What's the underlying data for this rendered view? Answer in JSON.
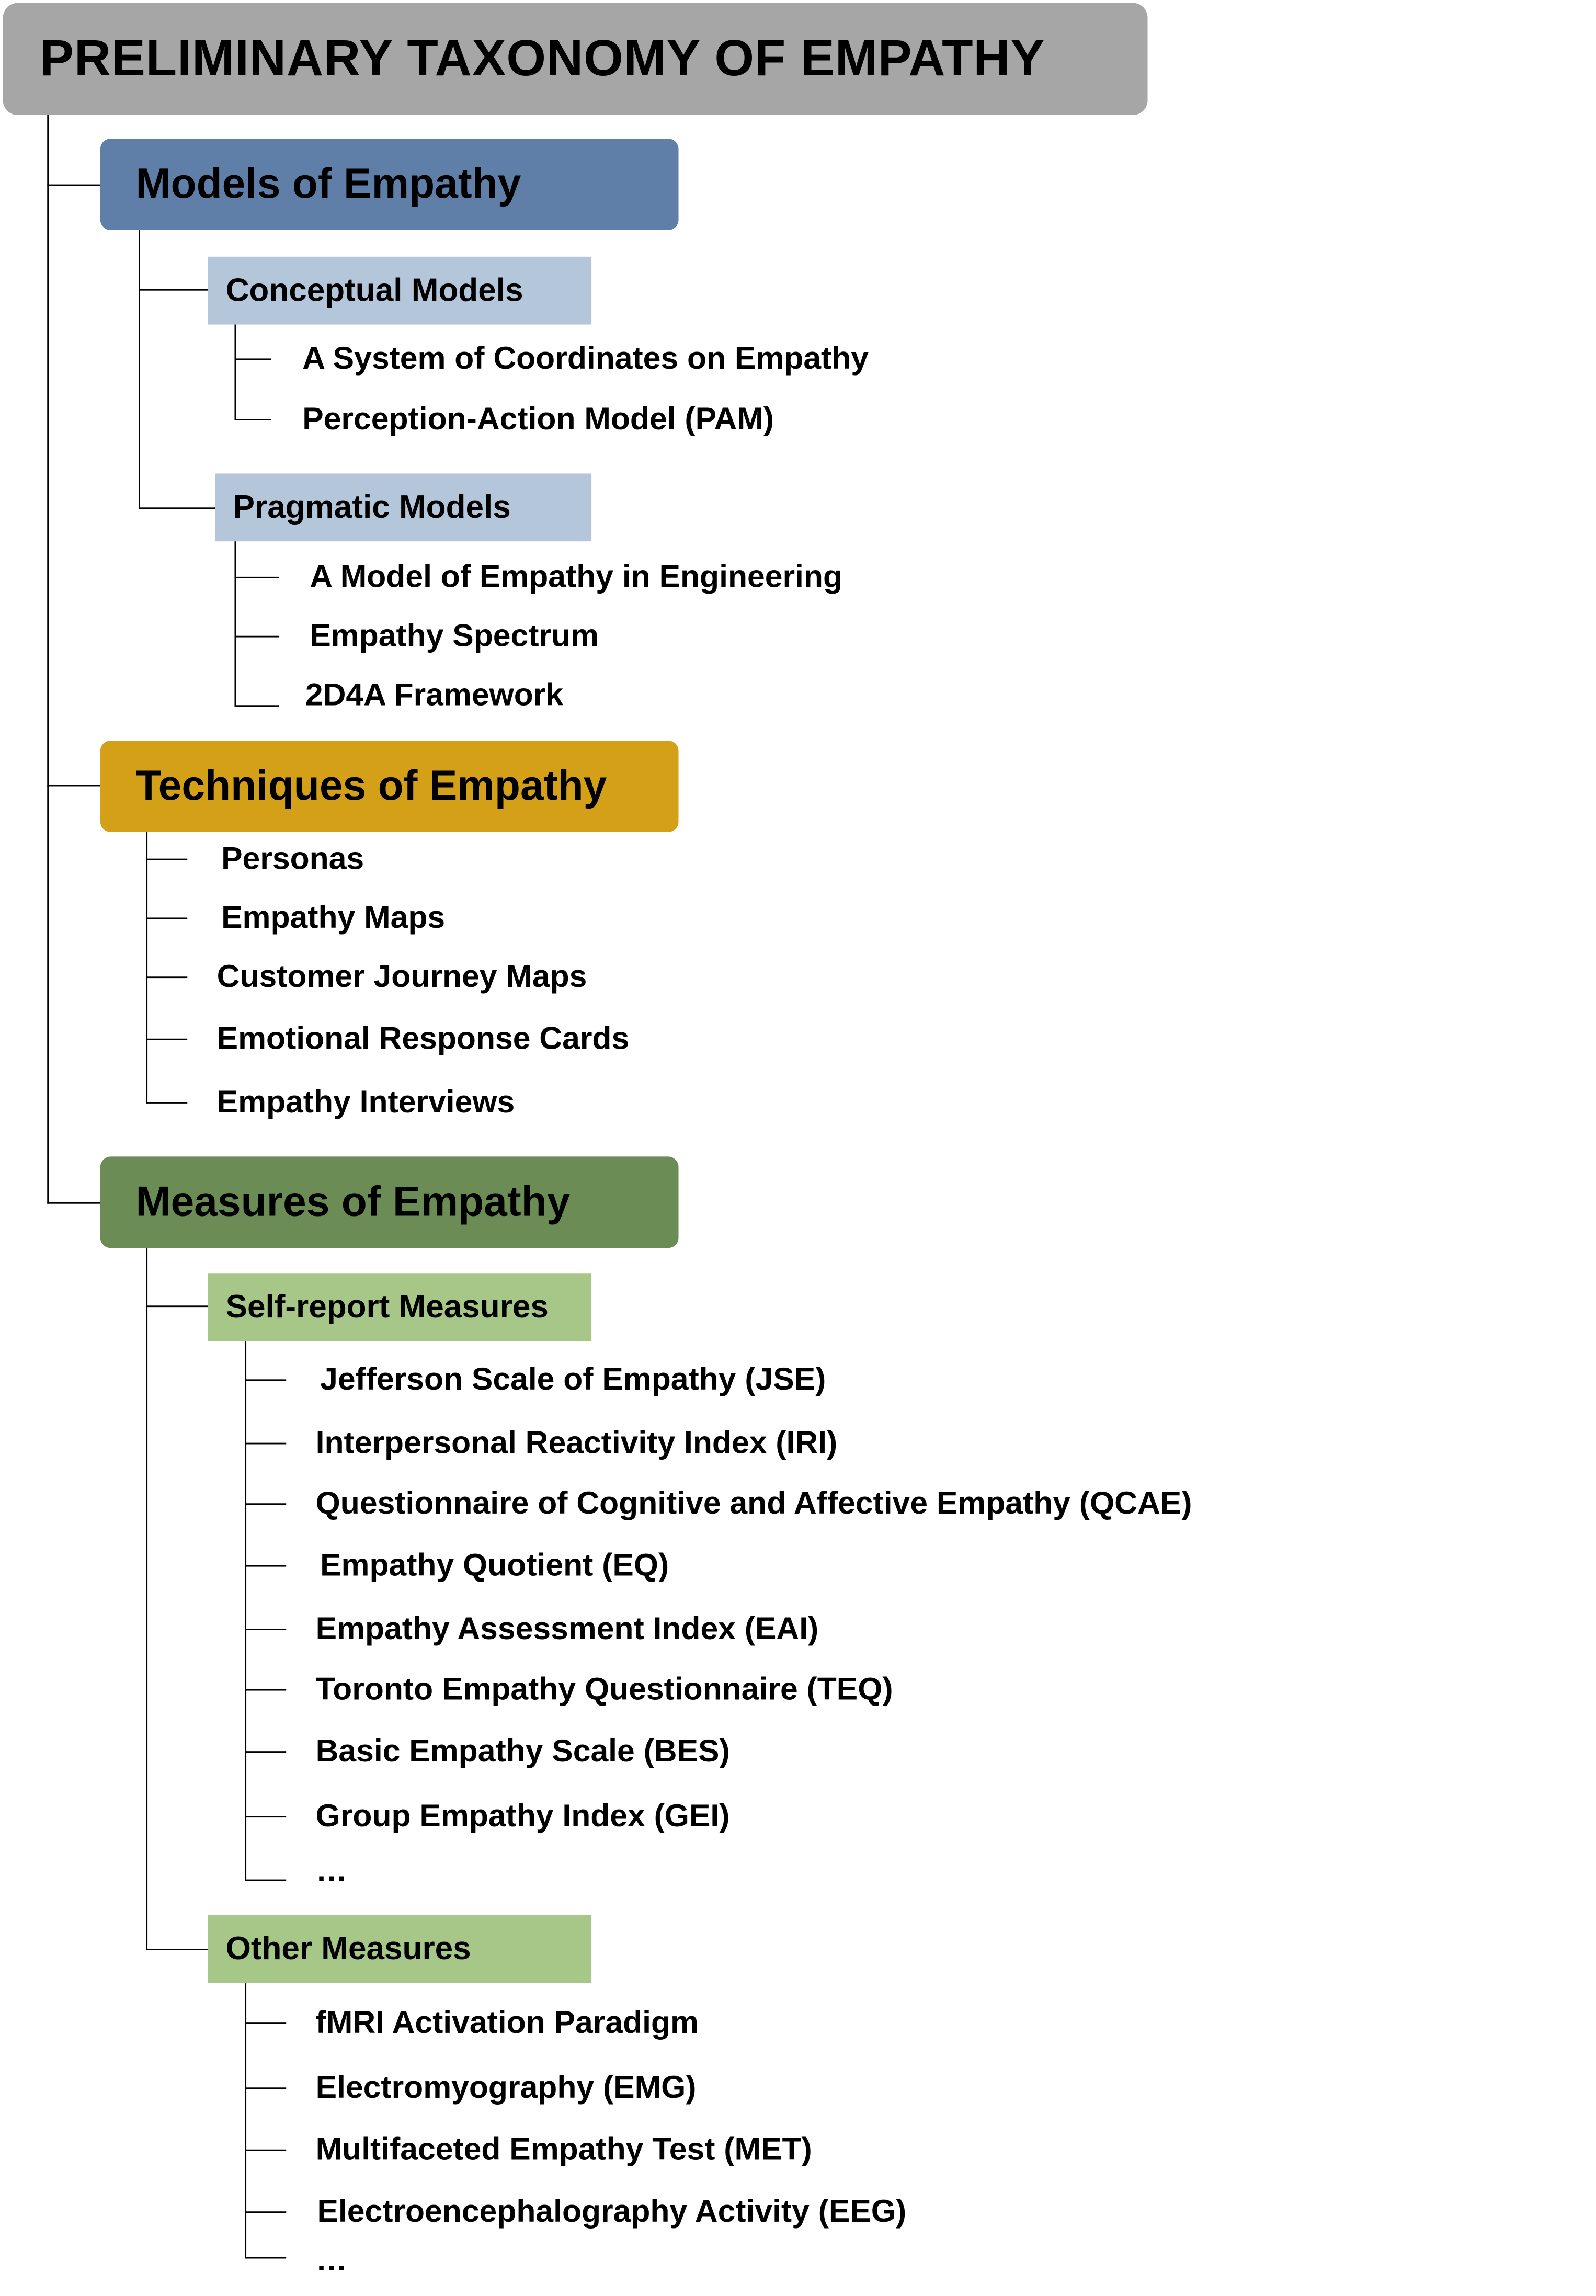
{
  "title": "PRELIMINARY TAXONOMY OF EMPATHY",
  "colors": {
    "title_bg": "#a6a6a6",
    "models_bg": "#5f7fa8",
    "conceptual_bg": "#b4c6da",
    "techniques_bg": "#d4a017",
    "measures_bg": "#6b8c55",
    "measures_sub_bg": "#a7c788",
    "connector": "#000000"
  },
  "models": {
    "label": "Models of Empathy",
    "conceptual": {
      "label": "Conceptual Models",
      "items": [
        "A System of Coordinates on Empathy",
        "Perception-Action Model (PAM)"
      ]
    },
    "pragmatic": {
      "label": "Pragmatic Models",
      "items": [
        "A Model of Empathy in Engineering",
        "Empathy Spectrum",
        "2D4A Framework"
      ]
    }
  },
  "techniques": {
    "label": "Techniques of Empathy",
    "items": [
      "Personas",
      "Empathy Maps",
      "Customer Journey Maps",
      "Emotional Response Cards",
      "Empathy Interviews"
    ]
  },
  "measures": {
    "label": "Measures of Empathy",
    "self_report": {
      "label": "Self-report Measures",
      "items": [
        "Jefferson Scale of Empathy (JSE)",
        "Interpersonal Reactivity Index (IRI)",
        "Questionnaire of Cognitive and Affective Empathy (QCAE)",
        "Empathy Quotient (EQ)",
        "Empathy Assessment Index (EAI)",
        "Toronto Empathy Questionnaire (TEQ)",
        "Basic Empathy Scale (BES)",
        "Group Empathy Index (GEI)",
        "…"
      ]
    },
    "other": {
      "label": "Other Measures",
      "items": [
        "fMRI Activation Paradigm",
        "Electromyography (EMG)",
        "Multifaceted Empathy Test (MET)",
        "Electroencephalography Activity (EEG)",
        "…"
      ]
    }
  }
}
